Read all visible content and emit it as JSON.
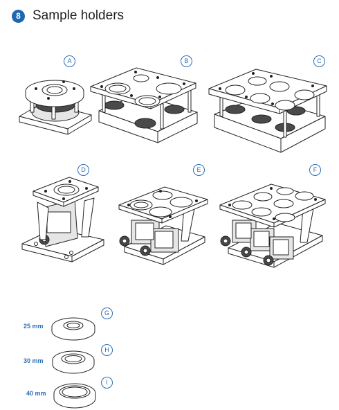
{
  "header": {
    "step_number": "8",
    "title": "Sample holders"
  },
  "callouts": [
    "A",
    "B",
    "C",
    "D",
    "E",
    "F",
    "G",
    "H",
    "I"
  ],
  "sizes": {
    "g": "25 mm",
    "h": "30 mm",
    "i": "40 mm"
  },
  "colors": {
    "accent": "#2a6db5",
    "badge": "#1f67b1",
    "line": "#222222"
  }
}
